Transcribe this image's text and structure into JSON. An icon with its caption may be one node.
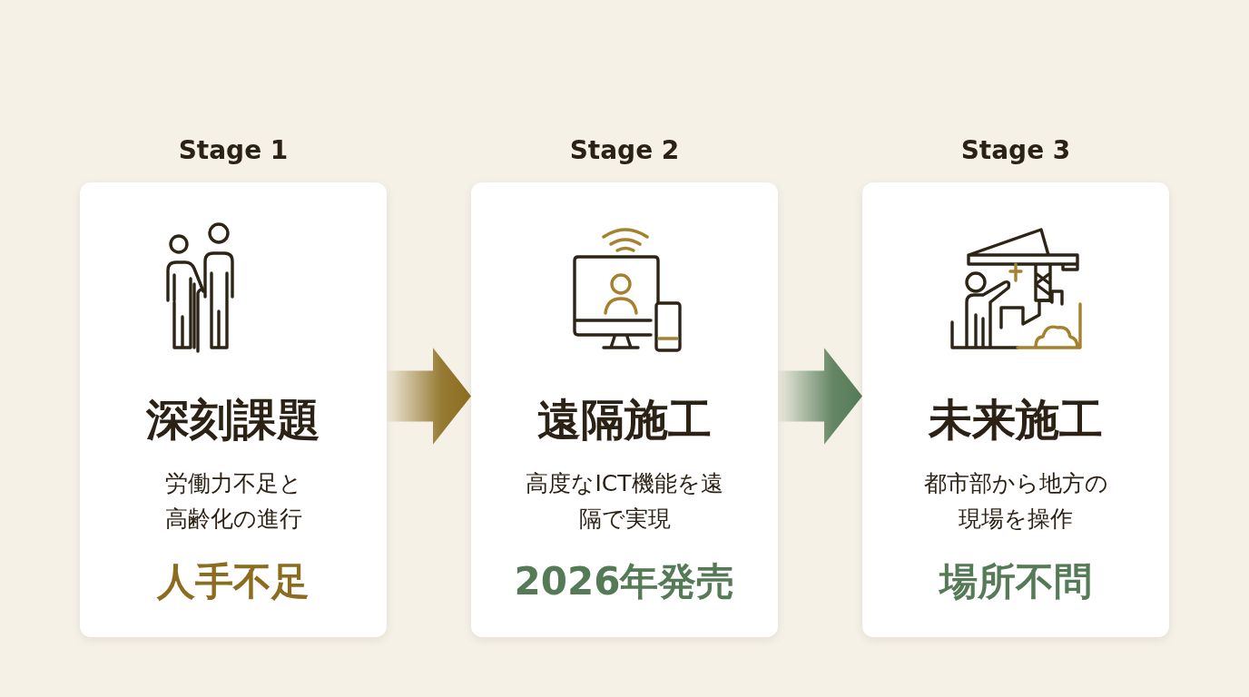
{
  "diagram": {
    "nodes": [
      {
        "text": [
          "Stage 1",
          "深刻課題",
          "労働力不足と高齢化の進行",
          "人手不足"
        ]
      },
      {
        "text": [
          "Stage 2",
          "遠隔施工",
          "高度なICT機能を遠隔で実現",
          "2026年発売"
        ]
      },
      {
        "text": [
          "Stage 3",
          "未来施工",
          "都市部から地方の現場を操作",
          "場所不問"
        ]
      }
    ],
    "edges": [
      {
        "from": 0,
        "to": 1,
        "arrow": "to",
        "style": "thick",
        "color": "#8c6d1f"
      },
      {
        "from": 1,
        "to": 2,
        "arrow": "to",
        "style": "thick",
        "color": "#557a56"
      }
    ]
  }
}
